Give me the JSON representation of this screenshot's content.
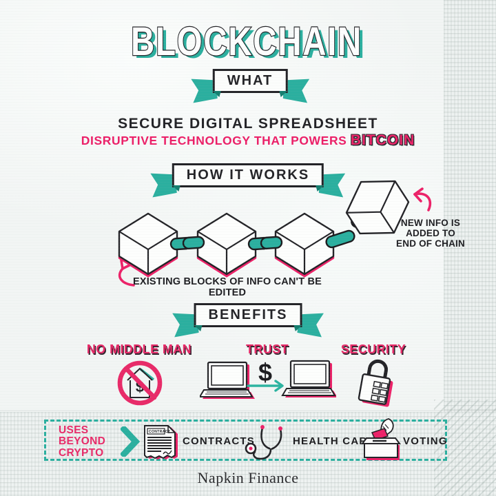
{
  "page": {
    "title": "BLOCKCHAIN",
    "brand": "Napkin Finance"
  },
  "colors": {
    "teal": "#2BAF9F",
    "pink": "#EC2268",
    "ink": "#1E1E20",
    "paper": "#F2F5F4"
  },
  "what": {
    "banner": "WHAT",
    "headline": "SECURE DIGITAL SPREADSHEET",
    "subline_prefix": "DISRUPTIVE TECHNOLOGY THAT POWERS",
    "subline_highlight": "BITCOIN"
  },
  "how": {
    "banner": "HOW IT WORKS",
    "new_info_lines": [
      "NEW INFO IS",
      "ADDED TO",
      "END OF CHAIN"
    ],
    "existing_note": "EXISTING BLOCKS OF INFO CAN'T BE EDITED"
  },
  "benefits": {
    "banner": "BENEFITS",
    "currency_symbol": "$",
    "items": [
      {
        "label": "NO MIDDLE MAN",
        "icon": "no-middle-man-icon"
      },
      {
        "label": "TRUST",
        "icon": "trust-transfer-icon"
      },
      {
        "label": "SECURITY",
        "icon": "padlock-icon"
      }
    ]
  },
  "uses": {
    "title_lines": [
      "USES",
      "BEYOND",
      "CRYPTO"
    ],
    "items": [
      {
        "label": "CONTRACTS",
        "icon": "contract-document-icon",
        "doc_header": "CONTRACT"
      },
      {
        "label": "HEALTH CARE",
        "icon": "stethoscope-icon"
      },
      {
        "label": "VOTING",
        "icon": "ballot-box-icon"
      }
    ]
  }
}
